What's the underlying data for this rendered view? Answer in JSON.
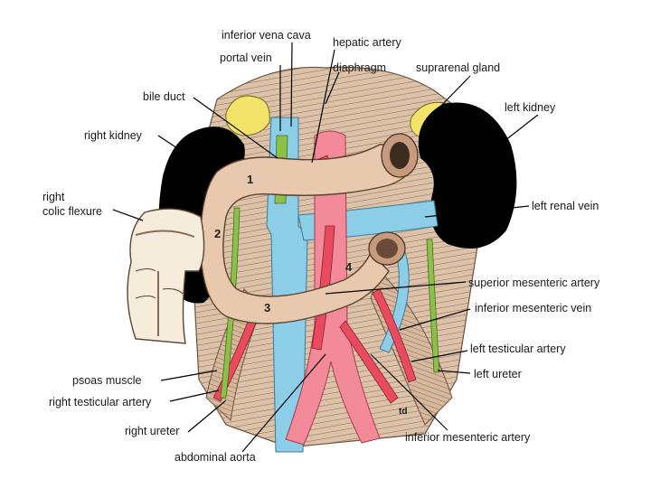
{
  "colors": {
    "background": "#ffffff",
    "muscle": "#d9bfa6",
    "muscle_stripe": "#8a6a52",
    "kidney": "#000000",
    "suprarenal": "#f3e36a",
    "artery": "#e84a5f",
    "aorta": "#f28a9a",
    "vein": "#8ccde8",
    "ureter": "#8cc04a",
    "duodenum": "#e9c9ae",
    "colon": "#f5ecdc"
  },
  "labels": {
    "inferior_vena_cava": "inferior vena cava",
    "hepatic_artery": "hepatic artery",
    "portal_vein": "portal vein",
    "diaphragm": "diaphragm",
    "suprarenal_gland": "suprarenal gland",
    "bile_duct": "bile duct",
    "left_kidney": "left kidney",
    "right_kidney": "right kidney",
    "right_colic_flexure_1": "right",
    "right_colic_flexure_2": "colic flexure",
    "left_renal_vein": "left renal vein",
    "superior_mesenteric_artery": "superior mesenteric artery",
    "inferior_mesenteric_vein": "inferior mesenteric vein",
    "left_testicular_artery": "left testicular artery",
    "left_ureter": "left ureter",
    "psoas_muscle": "psoas muscle",
    "right_testicular_artery": "right testicular artery",
    "right_ureter": "right ureter",
    "abdominal_aorta": "abdominal aorta",
    "inferior_mesenteric_artery": "inferior mesenteric artery",
    "signature": "td"
  },
  "duodenum_parts": [
    "1",
    "2",
    "3",
    "4"
  ]
}
